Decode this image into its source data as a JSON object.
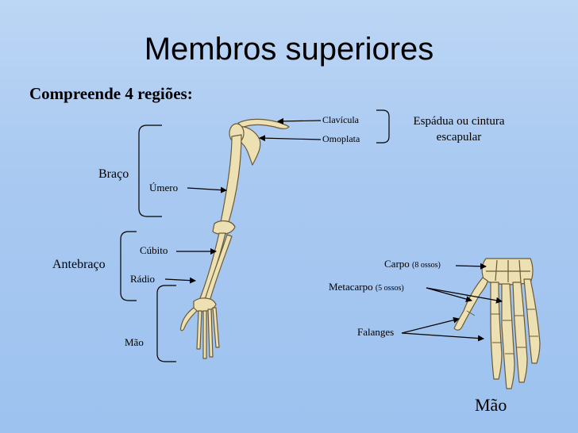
{
  "title": "Membros superiores",
  "subtitle": "Compreende 4 regiões:",
  "regions": {
    "braco": "Braço",
    "antebraco": "Antebraço",
    "mao": "Mão"
  },
  "bones": {
    "clavicula": "Clavícula",
    "omoplata": "Omoplata",
    "umero": "Úmero",
    "cubito": "Cúbito",
    "radio": "Rádio"
  },
  "shoulder_group": {
    "line1": "Espádua ou cintura",
    "line2": "escapular"
  },
  "hand": {
    "carpo": "Carpo",
    "carpo_note": "(8 ossos)",
    "metacarpo": "Metacarpo",
    "metacarpo_note": "(5 ossos)",
    "falanges": "Falanges",
    "caption": "Mão"
  },
  "colors": {
    "background": "#a9c9f1",
    "bone": "#ede0b3",
    "bone_outline": "#6b5a35"
  }
}
